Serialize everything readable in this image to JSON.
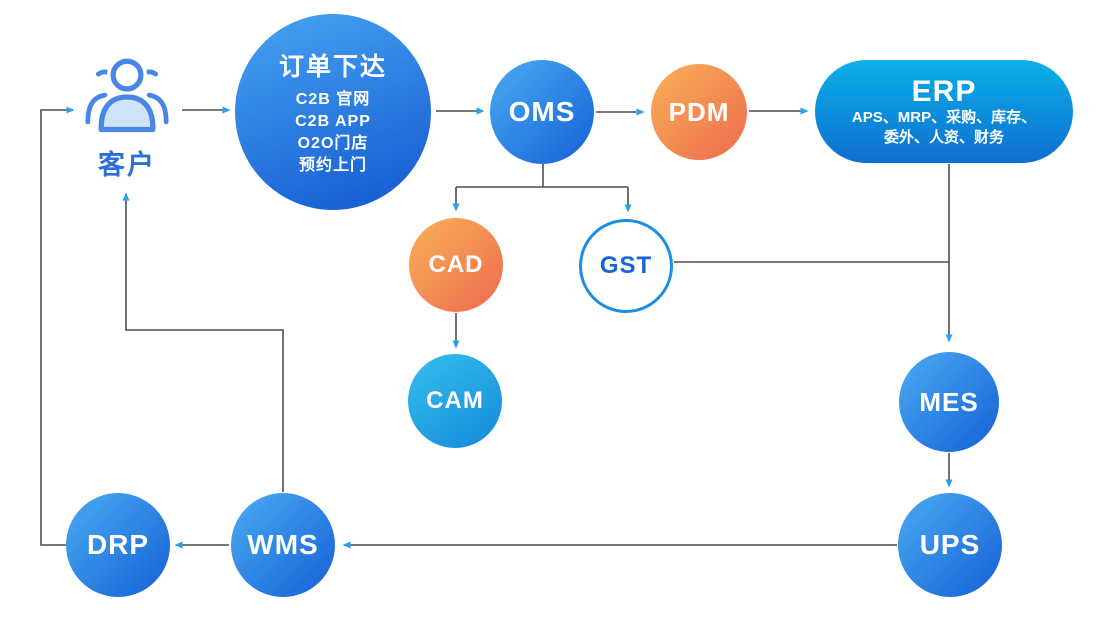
{
  "nodes": {
    "customer": {
      "label": "客户"
    },
    "order": {
      "title": "订单下达",
      "items": [
        "C2B 官网",
        "C2B APP",
        "O2O门店",
        "预约上门"
      ]
    },
    "oms": {
      "label": "OMS"
    },
    "pdm": {
      "label": "PDM"
    },
    "erp": {
      "title": "ERP",
      "subtitle_line1": "APS、MRP、采购、库存、",
      "subtitle_line2": "委外、人资、财务"
    },
    "cad": {
      "label": "CAD"
    },
    "gst": {
      "label": "GST"
    },
    "cam": {
      "label": "CAM"
    },
    "mes": {
      "label": "MES"
    },
    "ups": {
      "label": "UPS"
    },
    "wms": {
      "label": "WMS"
    },
    "drp": {
      "label": "DRP"
    }
  },
  "edges": [
    {
      "from": "customer",
      "to": "order"
    },
    {
      "from": "order",
      "to": "oms"
    },
    {
      "from": "oms",
      "to": "pdm"
    },
    {
      "from": "pdm",
      "to": "erp"
    },
    {
      "from": "oms",
      "to": "cad"
    },
    {
      "from": "oms",
      "to": "gst"
    },
    {
      "from": "cad",
      "to": "cam"
    },
    {
      "from": "erp",
      "to": "mes"
    },
    {
      "from": "gst",
      "to": "mes"
    },
    {
      "from": "mes",
      "to": "ups"
    },
    {
      "from": "ups",
      "to": "wms"
    },
    {
      "from": "wms",
      "to": "drp"
    },
    {
      "from": "wms",
      "to": "customer"
    },
    {
      "from": "drp",
      "to": "customer"
    }
  ],
  "colors": {
    "blue_gradient_start": "#4babf2",
    "blue_gradient_end": "#1460d6",
    "cyan_gradient_start": "#35bfee",
    "cyan_gradient_end": "#1489da",
    "orange_gradient_start": "#f8b158",
    "orange_gradient_end": "#ee6a4d",
    "erp_gradient_start": "#0ab0e8",
    "erp_gradient_end": "#0e6ecf",
    "gst_border": "#1b8fe2",
    "gst_text": "#1565d2",
    "line": "#4d4d4d",
    "arrowhead": "#2b9ff0",
    "customer_label": "#2b6fd8",
    "customer_icon_stroke": "#4a86e8",
    "customer_icon_fill": "#cfe3fa"
  }
}
